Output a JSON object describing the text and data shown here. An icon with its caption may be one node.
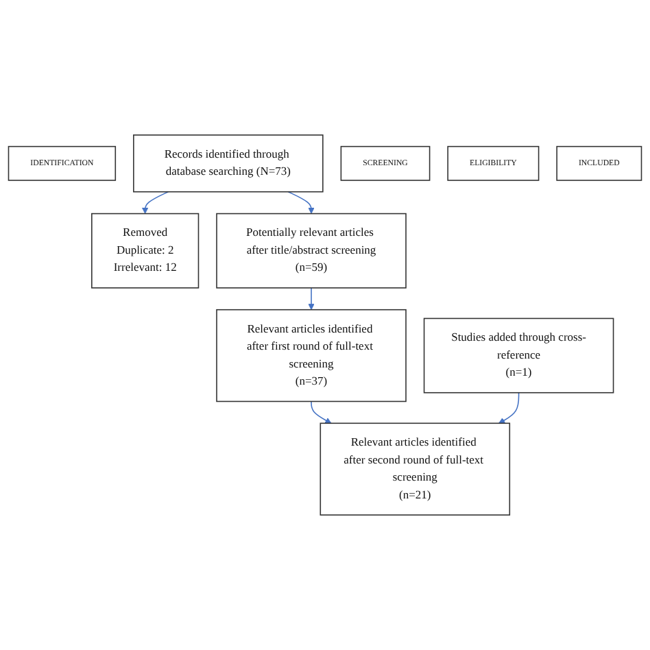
{
  "diagram": {
    "nodes": [
      {
        "text": [
          "IDENTIFICATION"
        ]
      },
      {
        "text": [
          "Records identified through database searching (N=73)"
        ]
      },
      {
        "text": [
          "Removed",
          "Duplicate: 2",
          "Irrelevant: 12"
        ]
      },
      {
        "text": [
          "SCREENING"
        ]
      },
      {
        "text": [
          "Potentially relevant articles after title/abstract screening",
          "(n=59)"
        ]
      },
      {
        "text": [
          "ELIGIBILITY"
        ]
      },
      {
        "text": [
          "Relevant articles identified after first round of full-text screening",
          "(n=37)"
        ]
      },
      {
        "text": [
          "INCLUDED"
        ]
      },
      {
        "text": [
          "Studies added through cross-reference",
          "(n=1)"
        ]
      },
      {
        "text": [
          "Relevant articles identified after second round of full-text screening",
          "(n=21)"
        ]
      }
    ],
    "edges": [
      {
        "from": 1,
        "to": 4,
        "arrow": "to"
      },
      {
        "from": 1,
        "to": 2,
        "arrow": "to"
      },
      {
        "from": 4,
        "to": 6,
        "arrow": "to"
      },
      {
        "from": 6,
        "to": 9,
        "arrow": "to"
      },
      {
        "from": 8,
        "to": 9,
        "arrow": "to"
      }
    ]
  }
}
